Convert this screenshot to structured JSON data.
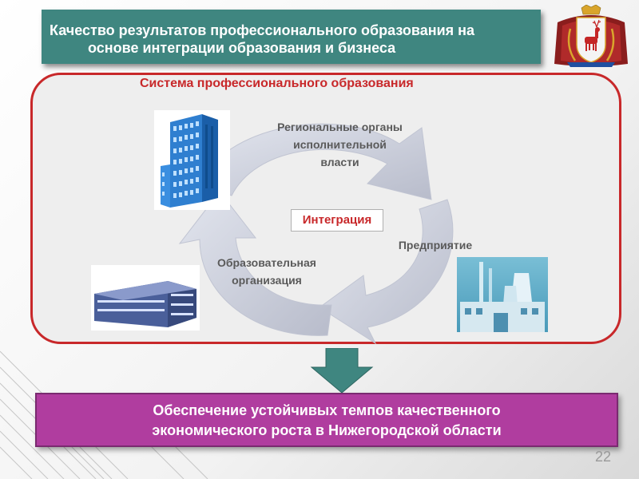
{
  "header": {
    "title_line1": "Качество результатов профессионального образования на",
    "title_line2": "основе интеграции образования и бизнеса"
  },
  "diagram": {
    "frame_title": "Система профессионального образования",
    "center": "Интеграция",
    "nodes": {
      "authority": [
        "Региональные органы",
        "исполнительной",
        "власти"
      ],
      "enterprise": "Предприятие",
      "education": [
        "Образовательная",
        "организация"
      ]
    }
  },
  "result": {
    "line1": "Обеспечение устойчивых темпов качественного",
    "line2": "экономического роста в Нижегородской области"
  },
  "footer": {
    "page_number": "22"
  },
  "colors": {
    "title_bar": "#3f8680",
    "frame_border": "#c8282a",
    "result_box": "#b03d9f",
    "arrow": "#3f8680",
    "cycle_arrows": "#c9ccd8"
  },
  "icons": {
    "coat_of_arms": "nizhny-novgorod-coat-of-arms-icon",
    "authority": "skyscraper-icon",
    "education": "school-building-icon",
    "enterprise": "factory-icon"
  }
}
